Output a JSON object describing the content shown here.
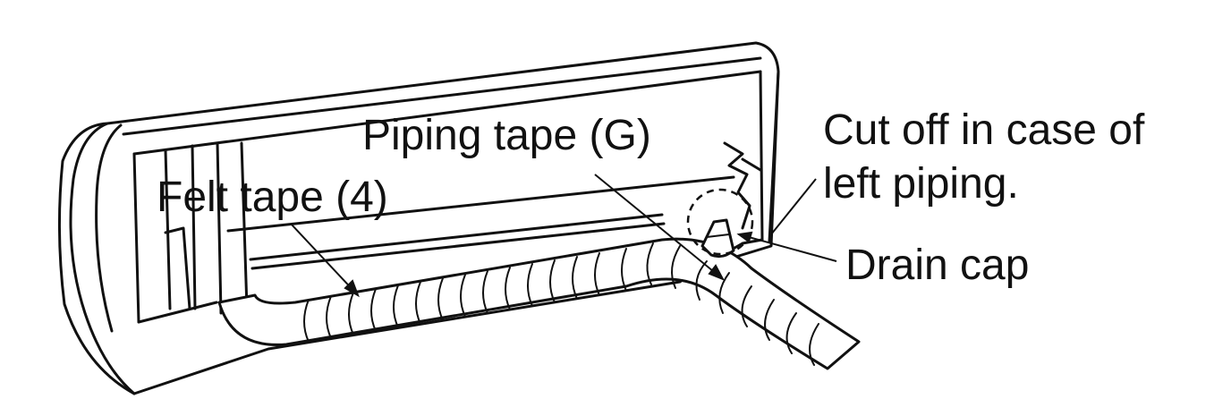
{
  "labels": {
    "piping_tape": "Piping tape (G)",
    "felt_tape": "Felt tape (4)",
    "cut_off_line1": "Cut off in case of",
    "cut_off_line2": "left piping.",
    "drain_cap": "Drain cap"
  }
}
